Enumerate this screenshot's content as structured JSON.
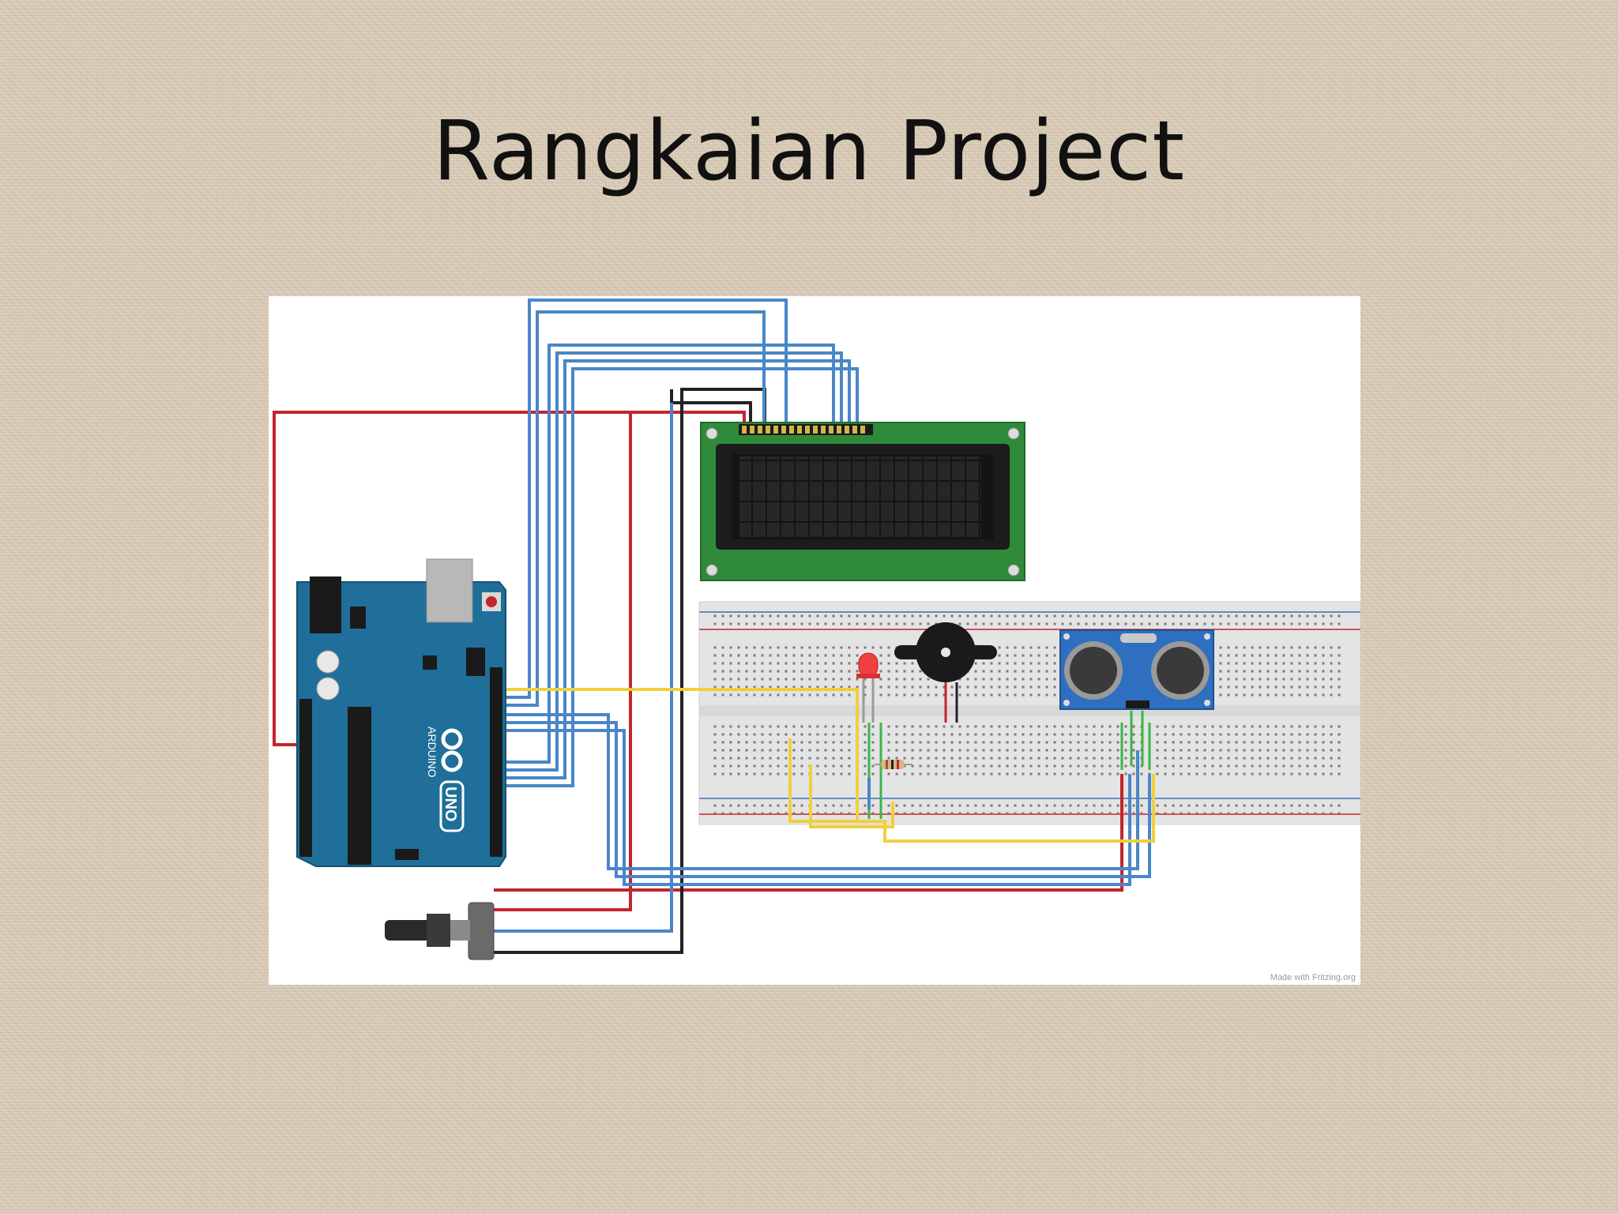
{
  "slide": {
    "title": "Rangkaian Project"
  },
  "diagram": {
    "arduino_labels": {
      "brand": "ARDUINO",
      "model": "UNO"
    },
    "watermark": "Made with Fritzing.org"
  },
  "colors": {
    "wire_red": "#c0262c",
    "wire_blue": "#4a86c8",
    "wire_yellow": "#f0cf3c",
    "wire_black": "#222222",
    "arduino_board": "#1f6f9a",
    "lcd_pcb": "#2f8a3a",
    "sensor_board": "#2e6fc0",
    "breadboard": "#e4e4e4"
  }
}
